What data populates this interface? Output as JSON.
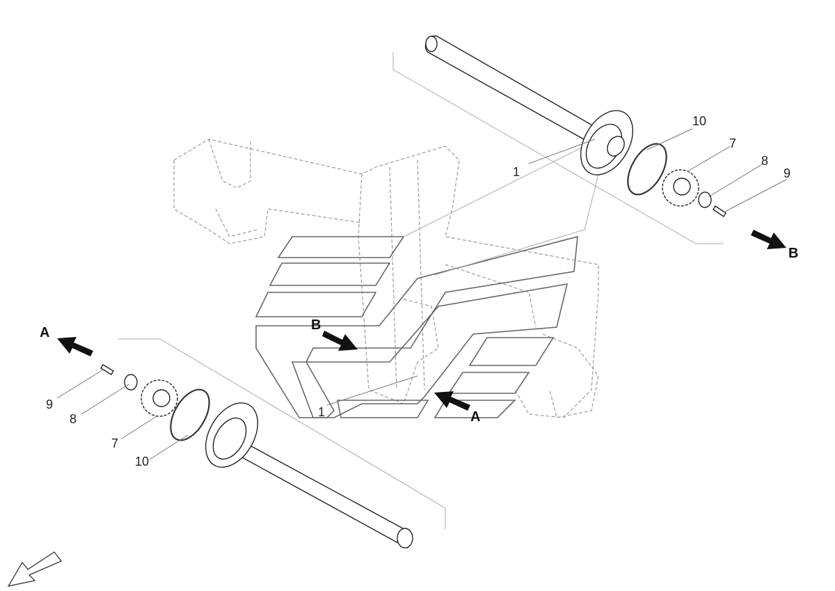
{
  "callouts": {
    "top_1": "1",
    "top_10": "10",
    "top_7": "7",
    "top_8": "8",
    "top_9": "9",
    "bottom_1": "1",
    "bottom_9": "9",
    "bottom_8": "8",
    "bottom_7": "7",
    "bottom_10": "10"
  },
  "arrows": {
    "top_right": "B",
    "top_left": "A",
    "center_b": "B",
    "center_a": "A"
  }
}
